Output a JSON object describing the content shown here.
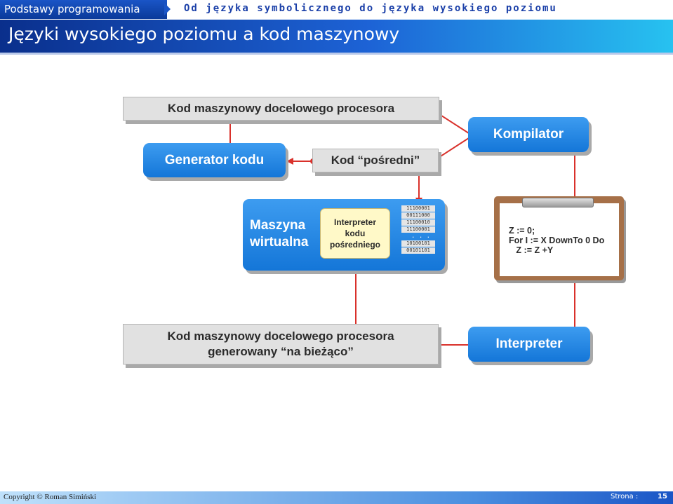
{
  "header": {
    "course": "Podstawy programowania",
    "section": "Od języka symbolicznego do języka wysokiego poziomu",
    "title": "Języki wysokiego poziomu a kod maszynowy"
  },
  "diagram": {
    "target_code": "Kod maszynowy docelowego procesora",
    "code_generator": "Generator kodu",
    "intermediate_code": "Kod “pośredni”",
    "compiler": "Kompilator",
    "virtual_machine_line1": "Maszyna",
    "virtual_machine_line2": "wirtualna",
    "intermediate_interpreter_line1": "Interpreter",
    "intermediate_interpreter_line2": "kodu",
    "intermediate_interpreter_line3": "pośredniego",
    "binary_codes": [
      "11100001",
      "00111000",
      "11100010",
      "11100001",
      ". . .",
      "10100101",
      "00101101"
    ],
    "source_code": [
      "Z := 0;",
      "For I := X DownTo 0 Do",
      "   Z := Z +Y"
    ],
    "jit_code_line1": "Kod maszynowy docelowego procesora",
    "jit_code_line2": "generowany “na bieżąco”",
    "interpreter": "Interpreter",
    "colors": {
      "arrow": "#d9312b",
      "blue_box": "#1a86e6",
      "gray_box": "#e1e1e1",
      "note": "#fff9c8"
    }
  },
  "footer": {
    "copyright": "Copyright © Roman Simiński",
    "page_label": "Strona :",
    "page_number": "15"
  }
}
